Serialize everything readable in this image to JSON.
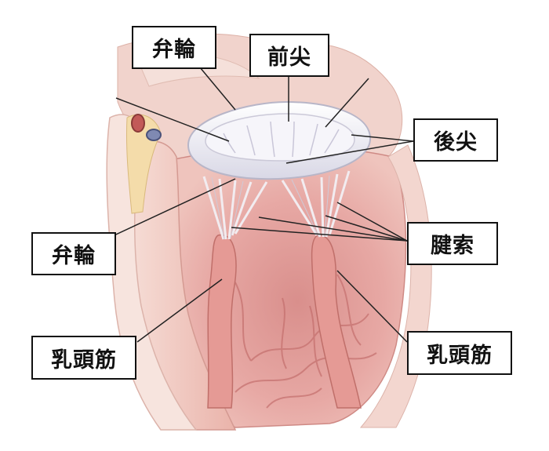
{
  "labels": {
    "annulus_top": "弁輪",
    "anterior_leaflet": "前尖",
    "posterior_leaflet": "後尖",
    "annulus_left": "弁輪",
    "chordae": "腱索",
    "papillary_left": "乳頭筋",
    "papillary_right": "乳頭筋"
  },
  "colors": {
    "myocardium": "#e9a9a3",
    "myocardium_dark": "#c97a78",
    "wall_outer": "#f3cfc5",
    "valve": "#ecebf3",
    "chordae": "#f4eef2",
    "fat": "#f3d9a8",
    "line": "#222222"
  }
}
